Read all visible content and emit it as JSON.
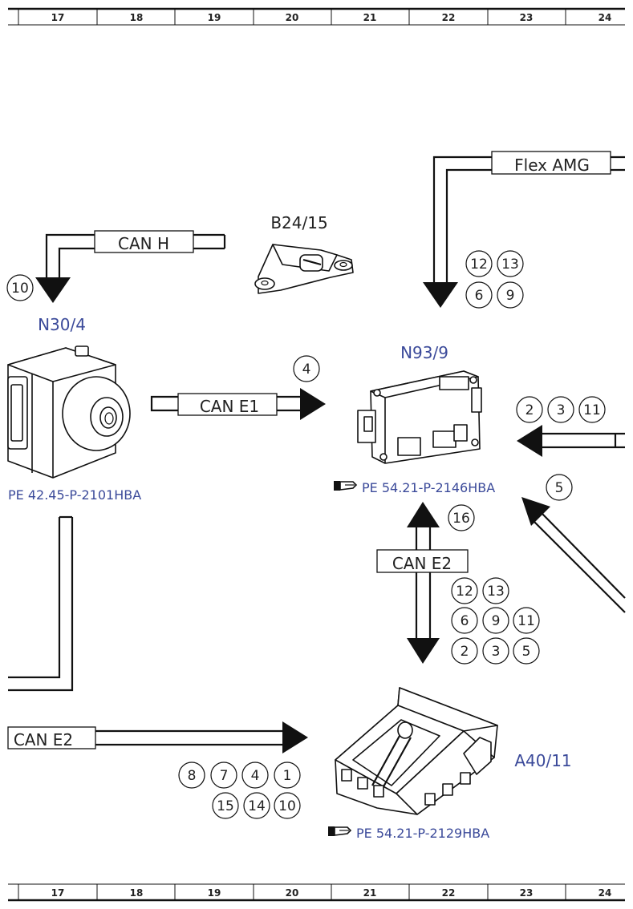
{
  "ruler": {
    "columns": [
      "17",
      "18",
      "19",
      "20",
      "21",
      "22",
      "23",
      "24"
    ]
  },
  "components": {
    "n30_4": "N30/4",
    "b24_15": "B24/15",
    "n93_9": "N93/9",
    "a40_11": "A40/11"
  },
  "refs": {
    "n30_4": "PE 42.45-P-2101HBA",
    "n93_9": "PE 54.21-P-2146HBA",
    "a40_11": "PE 54.21-P-2129HBA"
  },
  "bus": {
    "can_h": "CAN H",
    "flex_amg": "Flex AMG",
    "can_e1": "CAN E1",
    "can_e2_mid": "CAN E2",
    "can_e2_left": "CAN E2"
  },
  "badges": {
    "can_h": [
      "10"
    ],
    "flex_amg": [
      "12",
      "13",
      "6",
      "9"
    ],
    "can_e1": [
      "4"
    ],
    "right_in": [
      "2",
      "3",
      "11"
    ],
    "diag_in": [
      "5"
    ],
    "e2_top": [
      "16"
    ],
    "e2_mid": [
      "12",
      "13",
      "6",
      "9",
      "11",
      "2",
      "3",
      "5"
    ],
    "e2_left": [
      "8",
      "7",
      "4",
      "1",
      "15",
      "14",
      "10"
    ]
  }
}
